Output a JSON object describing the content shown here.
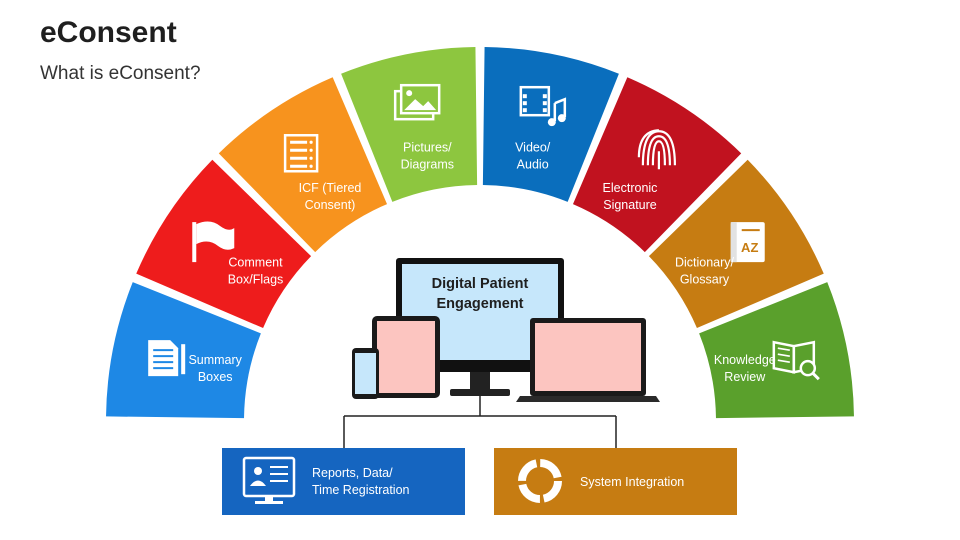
{
  "header": {
    "title": "eConsent",
    "subtitle": "What is eConsent?"
  },
  "segments": [
    {
      "lines": [
        "Summary",
        "Boxes"
      ],
      "color": "#1e88e5",
      "icon": "document-icon"
    },
    {
      "lines": [
        "Comment",
        "Box/Flags"
      ],
      "color": "#ee1c1c",
      "icon": "flag-icon"
    },
    {
      "lines": [
        "ICF (Tiered",
        "Consent)"
      ],
      "color": "#f7931e",
      "icon": "server-rack-icon"
    },
    {
      "lines": [
        "Pictures/",
        "Diagrams"
      ],
      "color": "#8dc63f",
      "icon": "pictures-icon"
    },
    {
      "lines": [
        "Video/",
        "Audio"
      ],
      "color": "#0a6ebd",
      "icon": "video-audio-icon"
    },
    {
      "lines": [
        "Electronic",
        "Signature"
      ],
      "color": "#c1121f",
      "icon": "fingerprint-icon"
    },
    {
      "lines": [
        "Dictionary/",
        "Glossary"
      ],
      "color": "#c67c12",
      "icon": "dictionary-icon"
    },
    {
      "lines": [
        "Knowledge",
        "Review"
      ],
      "color": "#5aa02c",
      "icon": "book-search-icon"
    }
  ],
  "dictionary_icon_text": "AZ",
  "center": {
    "lines": [
      "Digital Patient",
      "Engagement"
    ]
  },
  "boxes": [
    {
      "lines": [
        "Reports, Data/",
        "Time Registration"
      ],
      "color": "#1565c0",
      "icon": "report-screen-icon"
    },
    {
      "lines": [
        "System Integration"
      ],
      "color": "#c67c12",
      "icon": "integration-ring-icon"
    }
  ]
}
